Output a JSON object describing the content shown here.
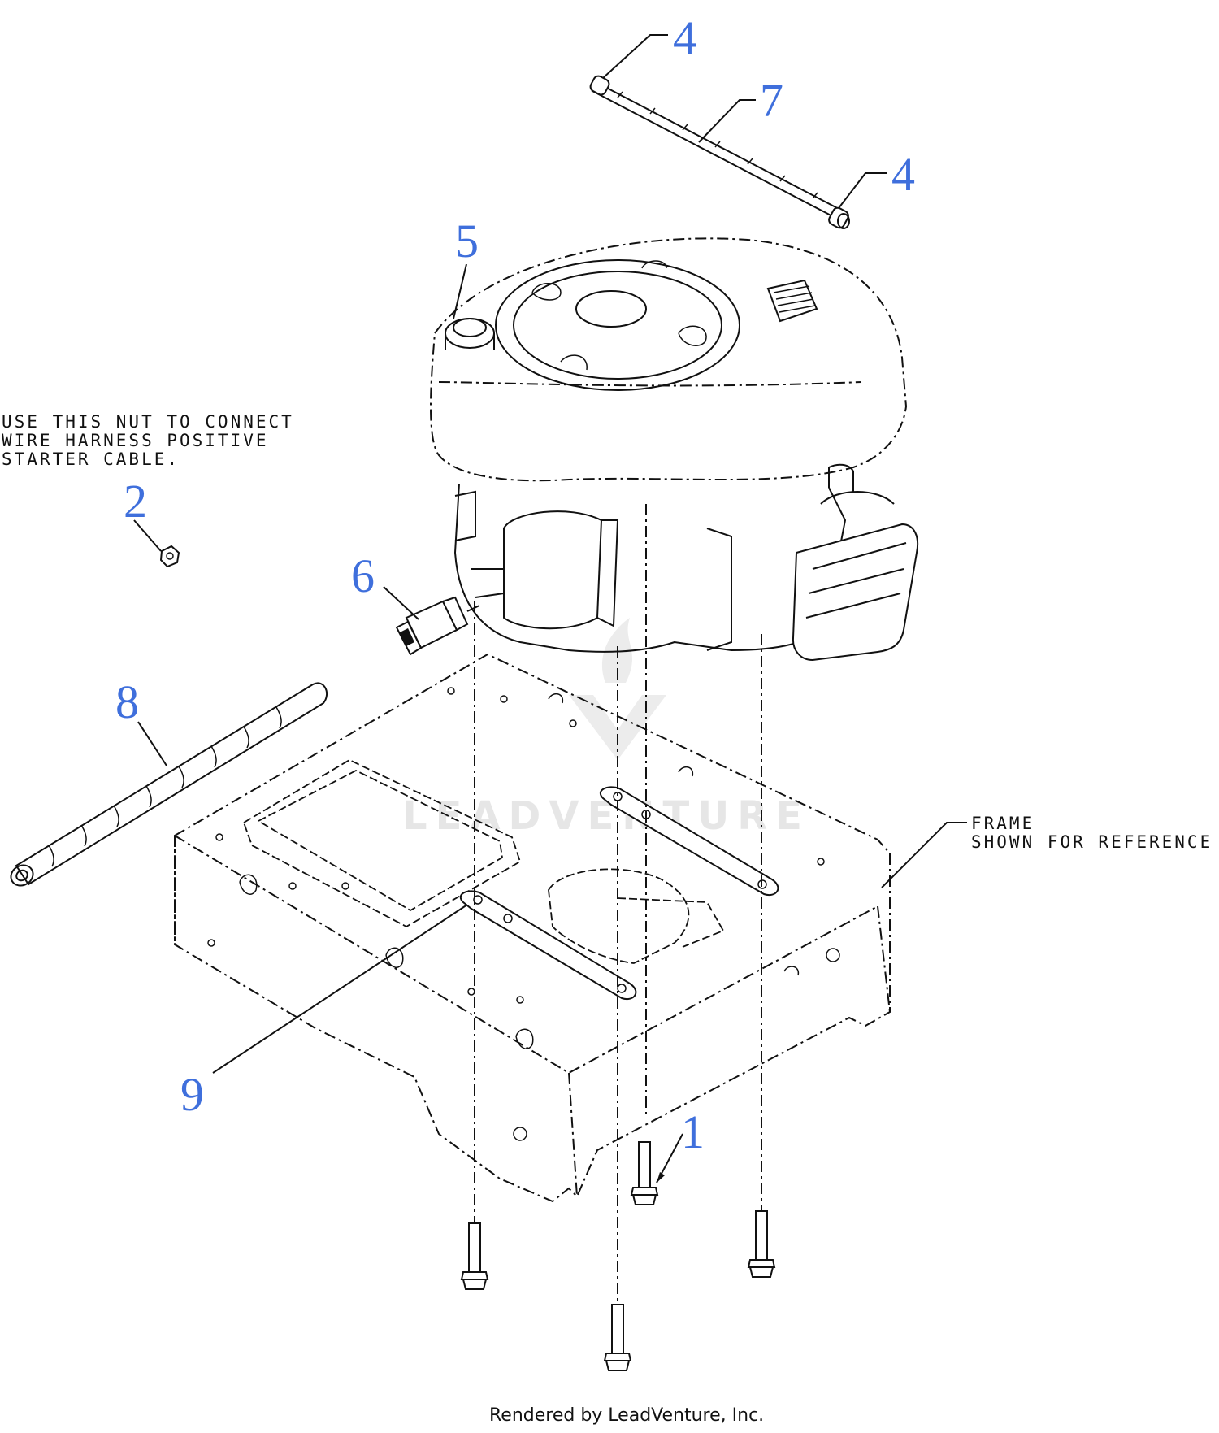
{
  "callouts": {
    "c1": "1",
    "c2": "2",
    "c4a": "4",
    "c4b": "4",
    "c5": "5",
    "c6": "6",
    "c7": "7",
    "c8": "8",
    "c9": "9"
  },
  "notes": {
    "nut_line1": "USE THIS NUT TO CONNECT",
    "nut_line2": "WIRE HARNESS POSITIVE",
    "nut_line3": "STARTER CABLE.",
    "frame_line1": "FRAME",
    "frame_line2": "SHOWN FOR REFERENCE"
  },
  "watermark": "LEADVENTURE",
  "footer": "Rendered by LeadVenture, Inc.",
  "colors": {
    "callout": "#3f6fdc",
    "line": "#111111"
  }
}
